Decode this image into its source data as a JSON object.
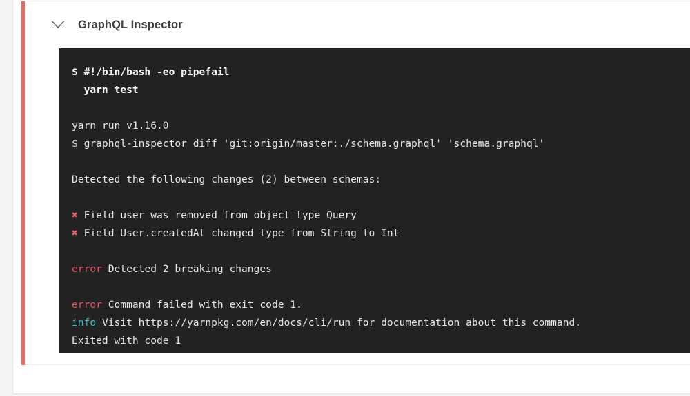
{
  "card": {
    "title": "GraphQL Inspector",
    "collapse_icon": "chevron-down-icon",
    "status_color": "#ed6a5f",
    "background": "#ffffff"
  },
  "terminal": {
    "background": "#222222",
    "text_color": "#e8e8e8",
    "error_color": "#e8515f",
    "info_color": "#35c2c9",
    "cross_color": "#ec5f6b",
    "lines": [
      {
        "id": "cmd-shebang",
        "type": "command",
        "segments": [
          {
            "style": "bold",
            "text": "$ #!/bin/bash -eo pipefail"
          }
        ]
      },
      {
        "id": "cmd-yarn-test",
        "type": "command",
        "segments": [
          {
            "style": "bold",
            "text": "  yarn test"
          }
        ]
      },
      {
        "id": "spacer-1",
        "type": "blank",
        "segments": []
      },
      {
        "id": "yarn-version",
        "type": "output",
        "segments": [
          {
            "style": "plain",
            "text": "yarn run v1.16.0"
          }
        ]
      },
      {
        "id": "inspector-diff",
        "type": "output",
        "segments": [
          {
            "style": "plain",
            "text": "$ graphql-inspector diff 'git:origin/master:./schema.graphql' 'schema.graphql'"
          }
        ]
      },
      {
        "id": "spacer-2",
        "type": "blank",
        "segments": []
      },
      {
        "id": "detected-changes",
        "type": "output",
        "segments": [
          {
            "style": "plain",
            "text": "Detected the following changes (2) between schemas:"
          }
        ]
      },
      {
        "id": "spacer-3",
        "type": "blank",
        "segments": []
      },
      {
        "id": "change-1",
        "type": "output",
        "segments": [
          {
            "style": "cross",
            "text": "✖"
          },
          {
            "style": "plain",
            "text": " Field user was removed from object type Query"
          }
        ]
      },
      {
        "id": "change-2",
        "type": "output",
        "segments": [
          {
            "style": "cross",
            "text": "✖"
          },
          {
            "style": "plain",
            "text": " Field User.createdAt changed type from String to Int"
          }
        ]
      },
      {
        "id": "spacer-4",
        "type": "blank",
        "segments": []
      },
      {
        "id": "error-breaking",
        "type": "output",
        "segments": [
          {
            "style": "error",
            "text": "error"
          },
          {
            "style": "plain",
            "text": " Detected 2 breaking changes"
          }
        ]
      },
      {
        "id": "spacer-5",
        "type": "blank",
        "segments": []
      },
      {
        "id": "error-exit",
        "type": "output",
        "segments": [
          {
            "style": "error",
            "text": "error"
          },
          {
            "style": "plain",
            "text": " Command failed with exit code 1."
          }
        ]
      },
      {
        "id": "info-visit",
        "type": "output",
        "segments": [
          {
            "style": "info",
            "text": "info"
          },
          {
            "style": "plain",
            "text": " Visit https://yarnpkg.com/en/docs/cli/run for documentation about this command."
          }
        ]
      },
      {
        "id": "exited-code",
        "type": "output",
        "segments": [
          {
            "style": "plain",
            "text": "Exited with code 1"
          }
        ]
      }
    ]
  }
}
